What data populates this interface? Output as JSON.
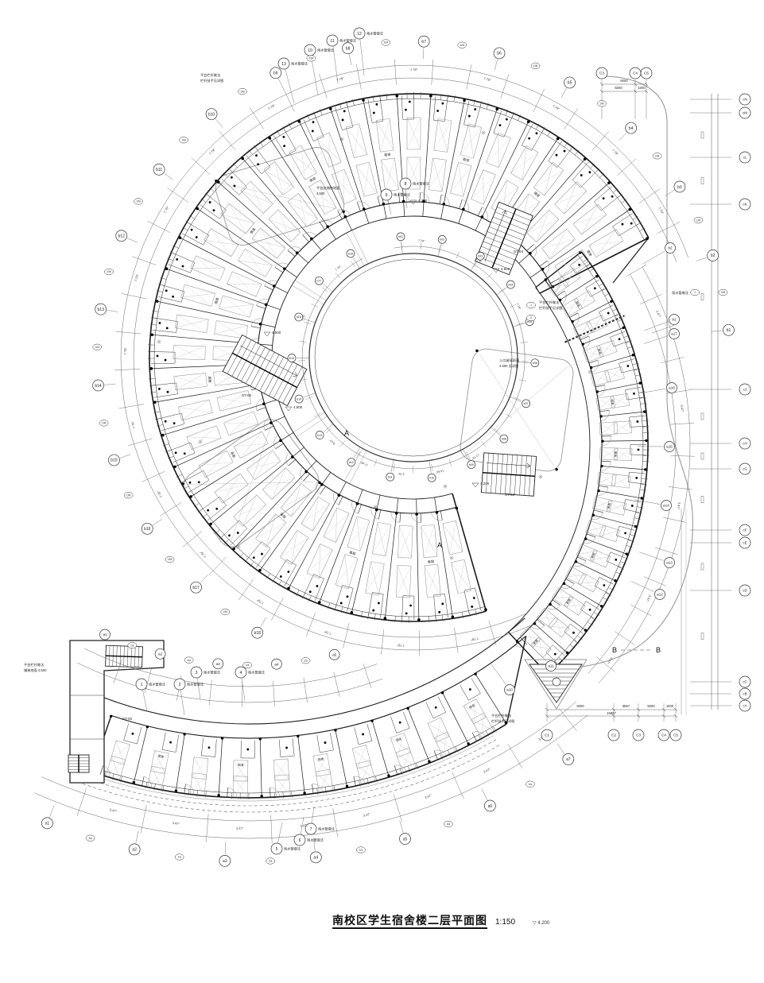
{
  "title": {
    "text": "南校区学生宿舍楼二层平面图",
    "scale": "1:150",
    "elev_note": "4.200"
  },
  "room": {
    "label": "宿舍",
    "elev": "4.50"
  },
  "annotations": {
    "callout_text": "雨水管做法",
    "callout_numbers": [
      "1",
      "2",
      "3",
      "4",
      "5",
      "6",
      "7",
      "8",
      "9",
      "10",
      "11",
      "12",
      "13"
    ],
    "detail_refs": [
      "1",
      "5"
    ],
    "notes": [
      {
        "lines": [
          "平台栏杆做法",
          "栏杆扶手见详图"
        ]
      },
      {
        "lines": [
          "平台处铺装地面",
          "4.500"
        ]
      },
      {
        "lines": [
          "入口玻璃雨蓬",
          "4.500 见详图"
        ]
      },
      {
        "lines": [
          "平台栏杆做法",
          "铺装地面 4.500"
        ]
      }
    ],
    "elevation_marks": [
      "4.500",
      "4.200",
      "4.500",
      "4.200",
      "4.500"
    ],
    "section_letters": [
      "A",
      "A",
      "B",
      "B"
    ],
    "stair_labels": [
      "ST-04",
      "ST-03",
      "ST-06",
      "ST-05"
    ]
  },
  "angles": {
    "ring_bay": "7.79°",
    "arm_bay": "3.47°",
    "inner_special": [
      "17.78°",
      "14.64°",
      "2.78°",
      "17.45°",
      "8.47°",
      "3.79°"
    ]
  },
  "axes": {
    "outer_ring": [
      "b1",
      "b2",
      "b3",
      "b4",
      "b5",
      "b6",
      "b7",
      "b8",
      "b9",
      "b10",
      "b11",
      "b12",
      "b13",
      "b14",
      "b15",
      "b16",
      "b17",
      "b18"
    ],
    "inner_ring": [
      "b01",
      "b02",
      "b03",
      "b04",
      "b05",
      "b06",
      "b07",
      "b08",
      "b09",
      "b10",
      "b11",
      "b12",
      "b13",
      "b14",
      "b15",
      "b16",
      "b17",
      "b18"
    ],
    "sub_axis": "1/M",
    "arm_sub_axis": "1/a",
    "arm_lower": [
      "a1",
      "a2",
      "a3",
      "a4",
      "a5",
      "a6",
      "a7"
    ],
    "arm_upper": [
      "a1",
      "a2",
      "a3",
      "a4",
      "a5"
    ],
    "tail_side": [
      "b2",
      "b1",
      "a17",
      "a16",
      "a15",
      "a14",
      "a13",
      "a12",
      "a11",
      "a10"
    ],
    "right_column": [
      "cN",
      "cM",
      "cL",
      "cK",
      "cJ",
      "cH",
      "cG",
      "cF",
      "cE",
      "cD",
      "cC",
      "cB",
      "cA"
    ],
    "top_c": {
      "labels": [
        "C3",
        "C4",
        "C5"
      ],
      "dims": [
        "6000",
        "5000",
        "1000"
      ]
    },
    "bottom_c": {
      "labels": [
        "C1",
        "C2",
        "C3",
        "C4",
        "C5"
      ],
      "dims": [
        "6000",
        "3867",
        "5000",
        "1000"
      ],
      "total": "15867"
    }
  }
}
